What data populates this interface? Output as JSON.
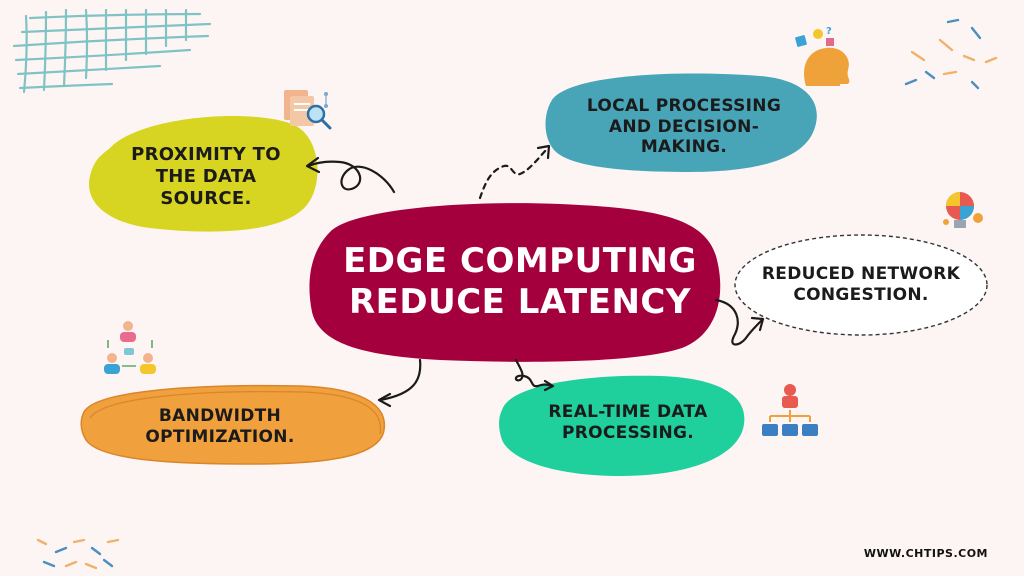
{
  "center": {
    "line1": "EDGE COMPUTING",
    "line2": "REDUCE LATENCY",
    "color": "#a5003e"
  },
  "nodes": {
    "proximity": {
      "line1": "PROXIMITY TO",
      "line2": "THE DATA SOURCE.",
      "color": "#d7d521",
      "icon": "document-search-icon"
    },
    "local": {
      "line1": "LOCAL PROCESSING",
      "line2": "AND DECISION-",
      "line3": "MAKING.",
      "color": "#48a5b8",
      "icon": "brain-head-icon"
    },
    "network": {
      "line1": "REDUCED NETWORK",
      "line2": "CONGESTION.",
      "color": "#ffffff",
      "icon": "lightbulb-puzzle-icon"
    },
    "realtime": {
      "line1": "REAL-TIME DATA",
      "line2": "PROCESSING.",
      "color": "#1fcf9c",
      "icon": "hierarchy-network-icon"
    },
    "bandwidth": {
      "line1": "BANDWIDTH",
      "line2": "OPTIMIZATION.",
      "color": "#f0a03c",
      "icon": "people-exchange-icon"
    }
  },
  "footer": {
    "website": "WWW.CHTIPS.COM"
  }
}
